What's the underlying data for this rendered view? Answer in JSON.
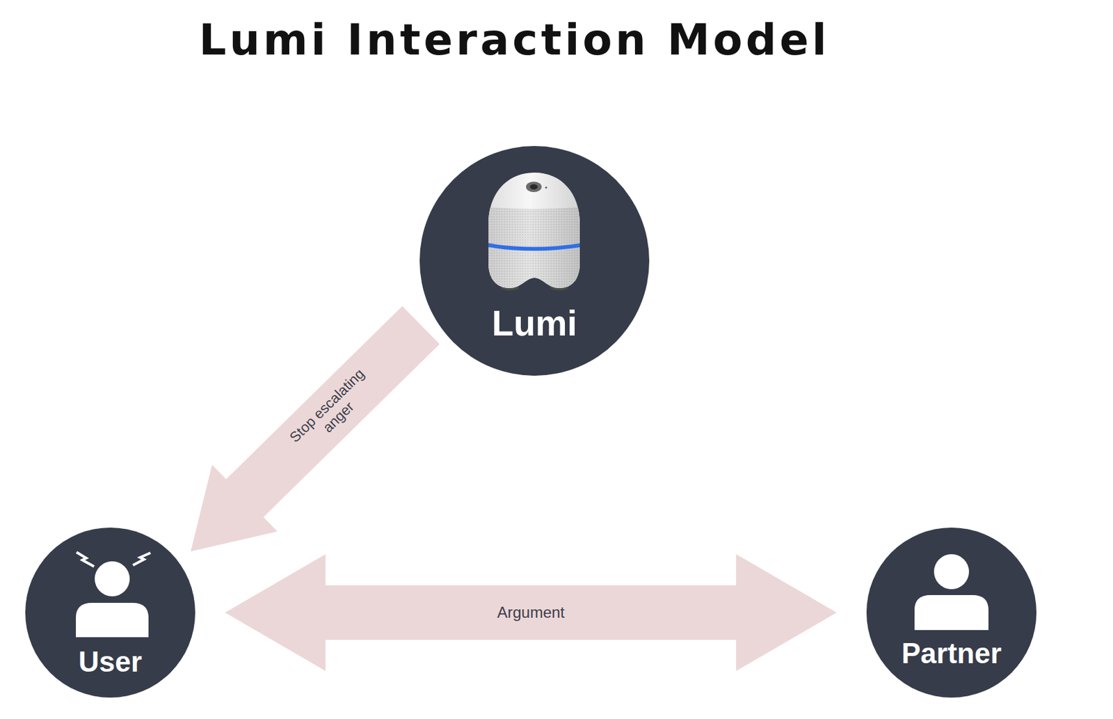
{
  "diagram": {
    "title": "Lumi Interaction Model",
    "nodes": [
      {
        "text": [
          "Lumi"
        ]
      },
      {
        "text": [
          "User"
        ]
      },
      {
        "text": [
          "Partner"
        ]
      }
    ],
    "edges": [
      {
        "from": 0,
        "to": 1,
        "arrow": "to",
        "label": "Stop escalating anger"
      },
      {
        "from": 1,
        "to": 2,
        "arrow": "both",
        "label": "Argument"
      }
    ]
  }
}
